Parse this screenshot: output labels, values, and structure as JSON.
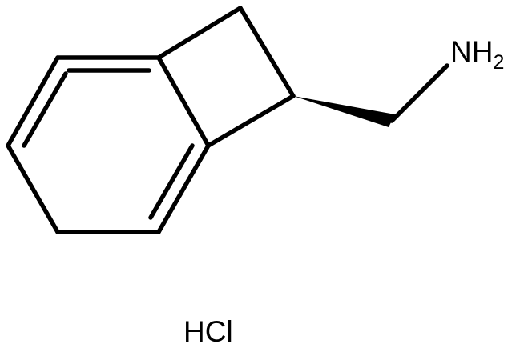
{
  "structure": {
    "amine": {
      "symbol": "NH",
      "subscript": "2"
    },
    "salt": "HCl",
    "stereo_bond": "wedge"
  },
  "colors": {
    "background": "#ffffff",
    "ink": "#000000"
  }
}
